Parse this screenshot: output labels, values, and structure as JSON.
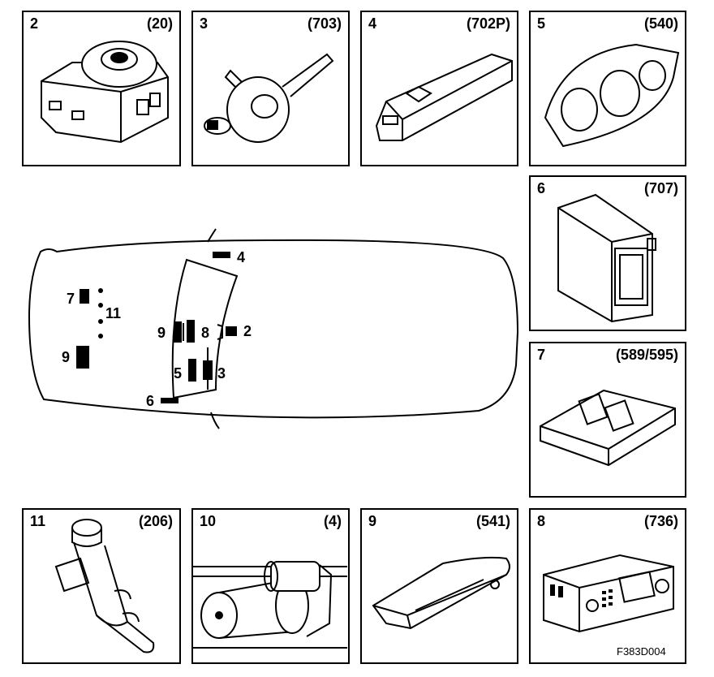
{
  "panels": [
    {
      "num": "2",
      "code": "(20)"
    },
    {
      "num": "3",
      "code": "(703)"
    },
    {
      "num": "4",
      "code": "(702P)"
    },
    {
      "num": "5",
      "code": "(540)"
    },
    {
      "num": "6",
      "code": "(707)"
    },
    {
      "num": "7",
      "code": "(589/595)"
    },
    {
      "num": "11",
      "code": "(206)"
    },
    {
      "num": "10",
      "code": "(4)"
    },
    {
      "num": "9",
      "code": "(541)"
    },
    {
      "num": "8",
      "code": "(736)"
    }
  ],
  "car_labels": {
    "l4": "4",
    "l7": "7",
    "l11": "11",
    "l9a": "9",
    "l9b": "9",
    "l8": "8",
    "l2": "2",
    "l5": "5",
    "l3": "3",
    "l6": "6"
  },
  "figure_code": "F383D004"
}
